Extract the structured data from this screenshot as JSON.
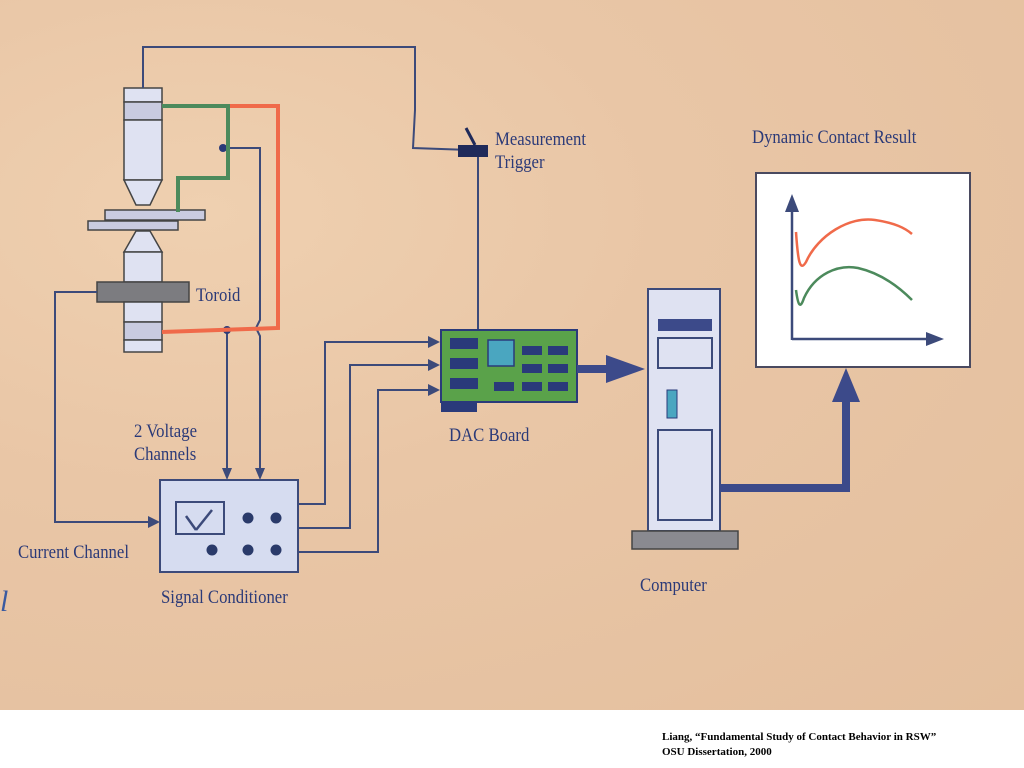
{
  "labels": {
    "measurement_trigger": [
      "Measurement",
      "Trigger"
    ],
    "dynamic_contact_result": "Dynamic Contact Result",
    "toroid": "Toroid",
    "dac_board": "DAC Board",
    "voltage_channels": [
      "2 Voltage",
      "Channels"
    ],
    "current_channel": "Current Channel",
    "signal_conditioner": "Signal Conditioner",
    "computer": "Computer",
    "stray_mark": "l"
  },
  "citation": {
    "line1": "Liang, “Fundamental Study of Contact Behavior in RSW”",
    "line2": "OSU Dissertation, 2000"
  },
  "colors": {
    "background": "#e8c6a6",
    "wire": "#3c4a7a",
    "red_wire": "#f06a4a",
    "green_wire": "#4c8a5c",
    "text": "#2b3a78",
    "board": "#5aa24a",
    "device": "#d6dcf0"
  }
}
